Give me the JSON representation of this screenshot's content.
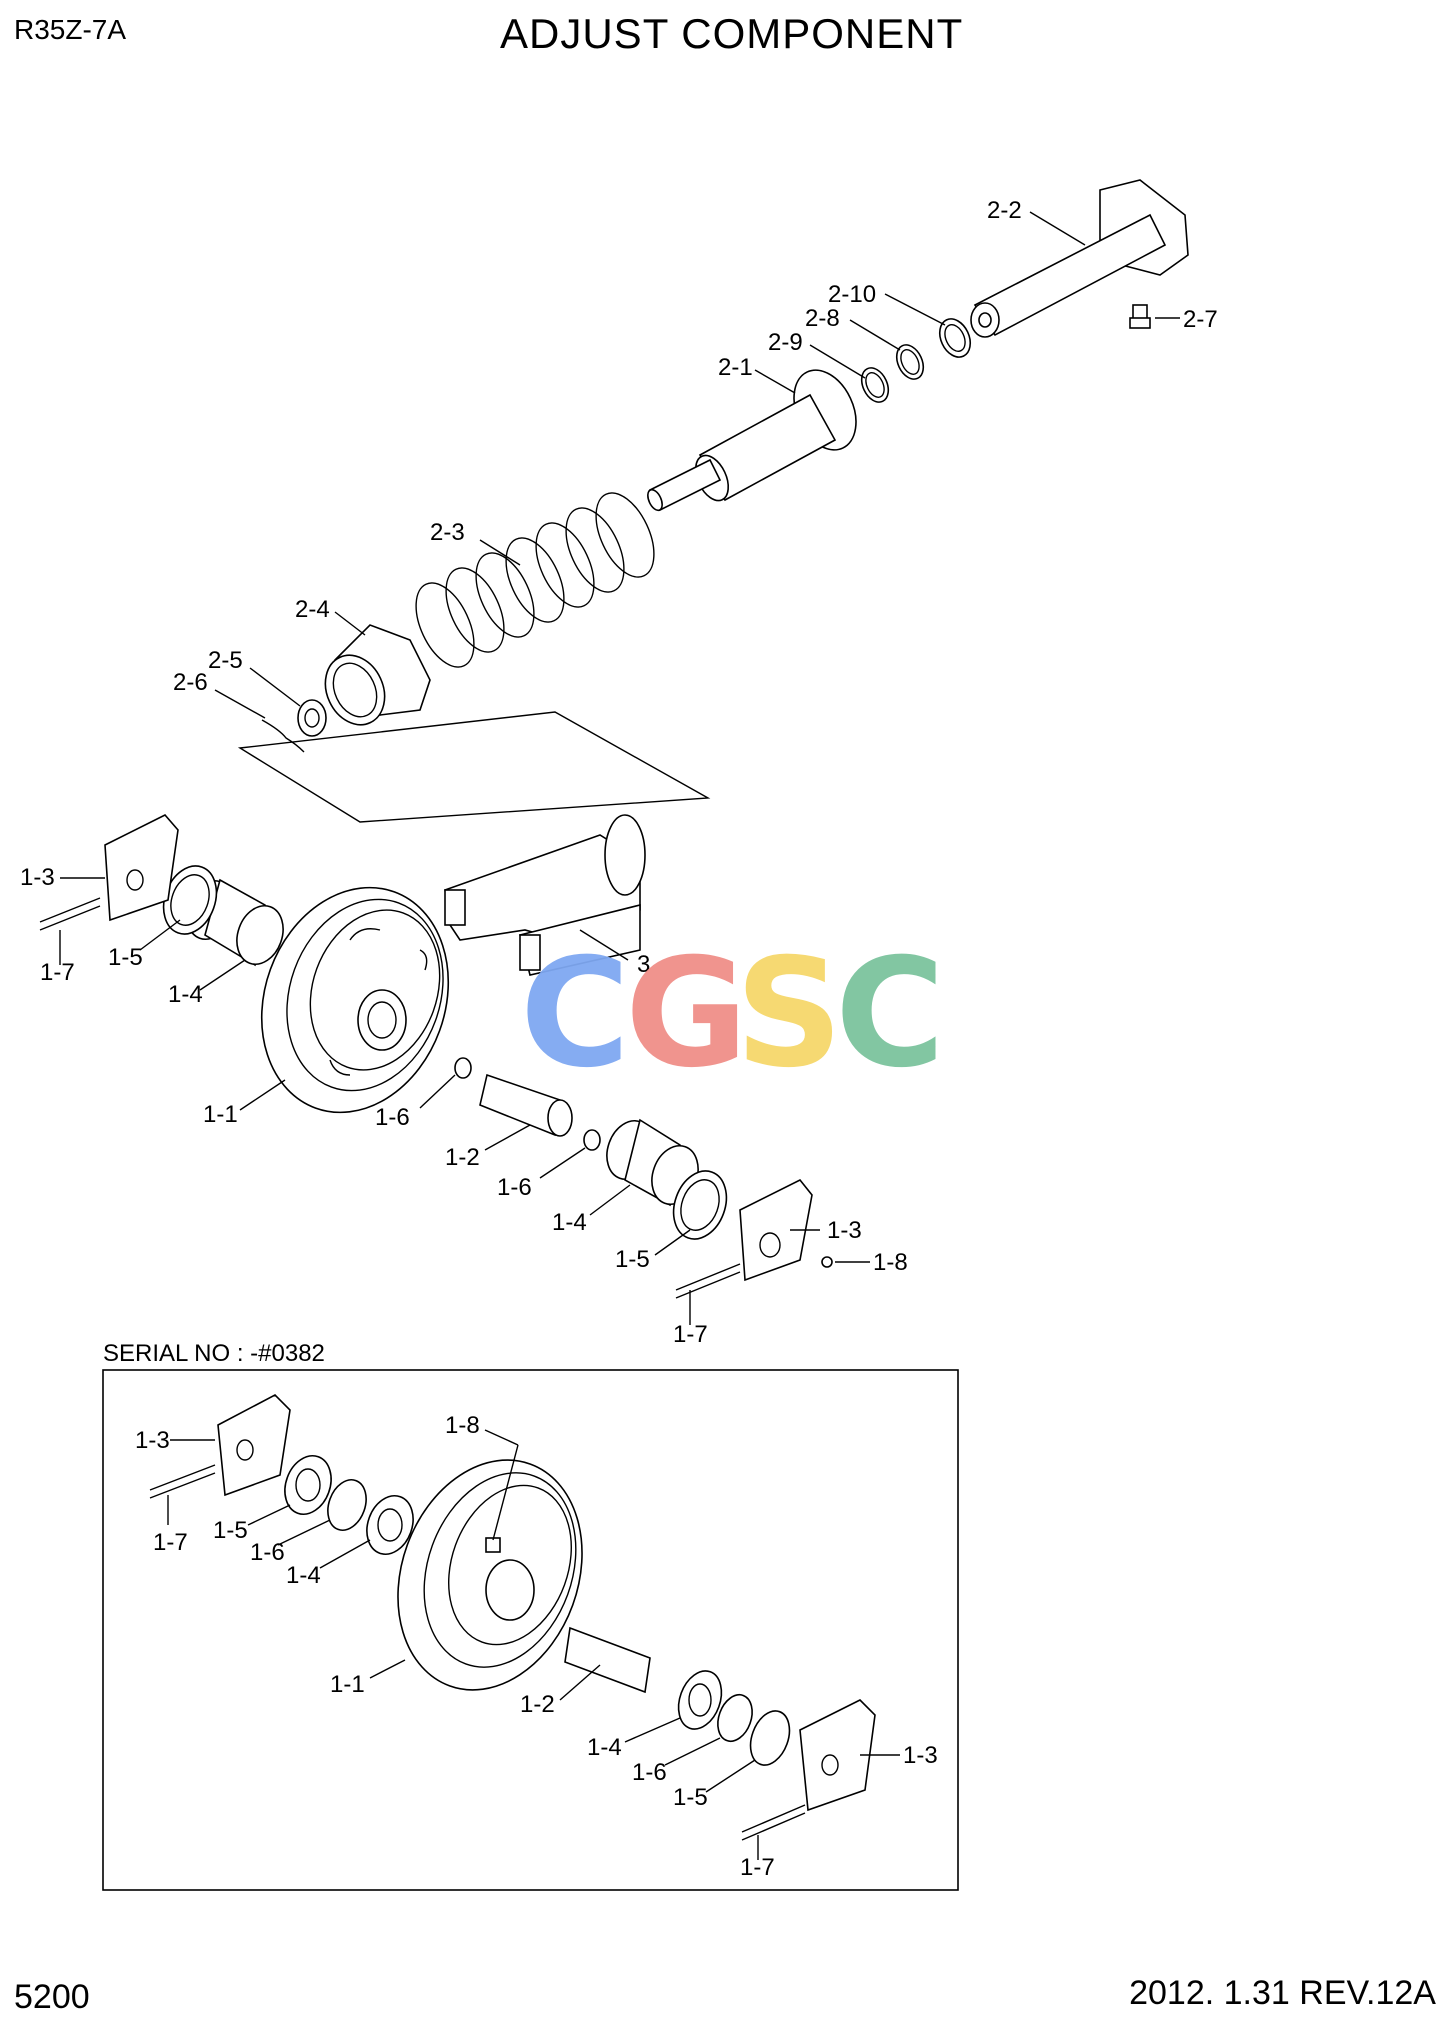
{
  "header": {
    "model": "R35Z-7A",
    "title": "ADJUST COMPONENT"
  },
  "footer": {
    "page_number": "5200",
    "revision": "2012. 1.31 REV.12A"
  },
  "inset": {
    "serial_label": "SERIAL NO : -#0382"
  },
  "watermark": {
    "letters": [
      {
        "char": "C",
        "color": "#7fa8f2"
      },
      {
        "char": "G",
        "color": "#f08f88"
      },
      {
        "char": "S",
        "color": "#f6d86b"
      },
      {
        "char": "C",
        "color": "#7cc49e"
      }
    ]
  },
  "callouts": {
    "upper": [
      "2-2",
      "2-10",
      "2-8",
      "2-7",
      "2-9",
      "2-1",
      "2-3",
      "2-4",
      "2-5",
      "2-6",
      "1-3",
      "1-5",
      "1-7",
      "1-4",
      "3",
      "1-1",
      "1-6",
      "1-2",
      "1-6",
      "1-4",
      "1-3",
      "1-8",
      "1-5",
      "1-7"
    ],
    "inset": [
      "1-3",
      "1-8",
      "1-7",
      "1-5",
      "1-6",
      "1-4",
      "1-1",
      "1-2",
      "1-4",
      "1-6",
      "1-3",
      "1-5",
      "1-7"
    ]
  }
}
